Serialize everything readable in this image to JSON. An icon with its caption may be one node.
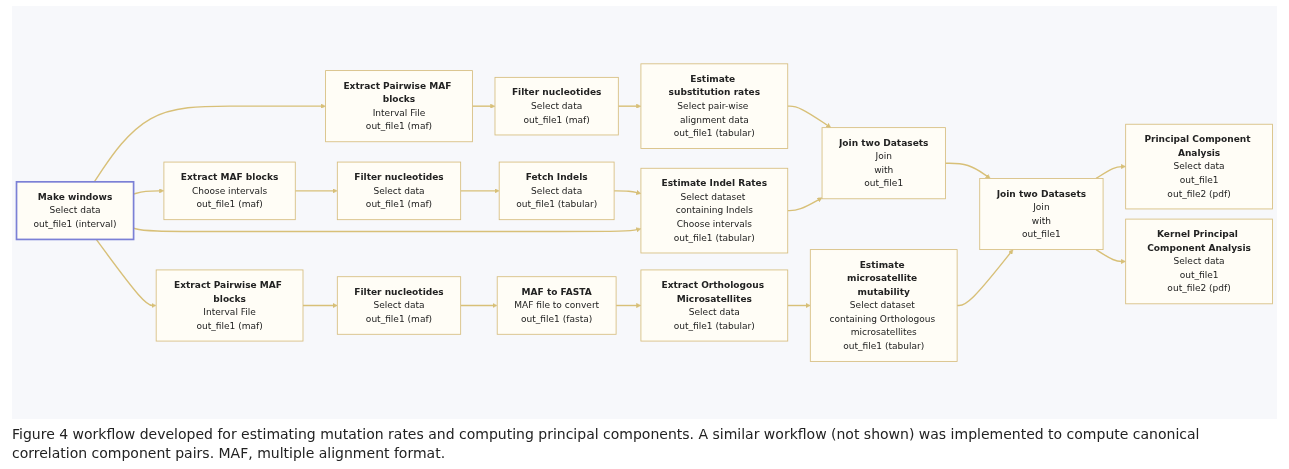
{
  "diagram": {
    "caption": "Figure 4 workflow developed for estimating mutation rates and computing principal components. A similar workflow (not shown) was implemented to compute canonical correlation component pairs. MAF, multiple alignment format.",
    "nodes": [
      {
        "text": [
          "Make windows",
          "Select data",
          "out_file1 (interval)"
        ]
      },
      {
        "text": [
          "Extract Pairwise MAF blocks",
          "Interval File",
          "out_file1 (maf)"
        ]
      },
      {
        "text": [
          "Extract MAF blocks",
          "Choose intervals",
          "out_file1 (maf)"
        ]
      },
      {
        "text": [
          "Extract Pairwise MAF blocks",
          "Interval File",
          "out_file1 (maf)"
        ]
      },
      {
        "text": [
          "Filter nucleotides",
          "Select data",
          "out_file1 (maf)"
        ]
      },
      {
        "text": [
          "Filter nucleotides",
          "Select data",
          "out_file1 (maf)"
        ]
      },
      {
        "text": [
          "Filter nucleotides",
          "Select data",
          "out_file1 (maf)"
        ]
      },
      {
        "text": [
          "Estimate substitution rates",
          "Select pair-wise alignment data",
          "out_file1 (tabular)"
        ]
      },
      {
        "text": [
          "Join two Datasets",
          "Join",
          "with",
          "out_file1"
        ]
      },
      {
        "text": [
          "Fetch Indels",
          "Select data",
          "out_file1 (tabular)"
        ]
      },
      {
        "text": [
          "Estimate Indel Rates",
          "Select dataset containing Indels",
          "Choose intervals",
          "out_file1 (tabular)"
        ]
      },
      {
        "text": [
          "Join two Datasets",
          "Join",
          "with",
          "out_file1"
        ]
      },
      {
        "text": [
          "Extract Orthologous Microsatellites",
          "Select data",
          "out_file1 (tabular)"
        ]
      },
      {
        "text": [
          "MAF to FASTA",
          "MAF file to convert",
          "out_file1 (fasta)"
        ]
      },
      {
        "text": [
          "Estimate microsatellite mutability",
          "Select dataset containing Orthologous microsatellites",
          "out_file1 (tabular)"
        ]
      },
      {
        "text": [
          "Principal Component Analysis",
          "Select data",
          "out_file1",
          "out_file2 (pdf)"
        ]
      },
      {
        "text": [
          "Kernel Principal Component Analysis",
          "Select data",
          "out_file1",
          "out_file2 (pdf)"
        ]
      }
    ],
    "edges": [
      {
        "from": 0,
        "to": 1,
        "arrow": "to"
      },
      {
        "from": 0,
        "to": 2,
        "arrow": "to"
      },
      {
        "from": 0,
        "to": 3,
        "arrow": "to"
      },
      {
        "from": 1,
        "to": 4,
        "arrow": "to"
      },
      {
        "from": 2,
        "to": 5,
        "arrow": "to"
      },
      {
        "from": 3,
        "to": 6,
        "arrow": "to"
      },
      {
        "from": 4,
        "to": 7,
        "arrow": "to"
      },
      {
        "from": 7,
        "to": 8,
        "arrow": "to"
      },
      {
        "from": 5,
        "to": 9,
        "arrow": "to"
      },
      {
        "from": 9,
        "to": 10,
        "arrow": "to"
      },
      {
        "from": 0,
        "to": 10,
        "arrow": "to"
      },
      {
        "from": 10,
        "to": 8,
        "arrow": "to"
      },
      {
        "from": 8,
        "to": 11,
        "arrow": "to"
      },
      {
        "from": 14,
        "to": 11,
        "arrow": "to"
      },
      {
        "from": 11,
        "to": 15,
        "arrow": "to"
      },
      {
        "from": 11,
        "to": 16,
        "arrow": "to"
      },
      {
        "from": 6,
        "to": 13,
        "arrow": "to"
      },
      {
        "from": 13,
        "to": 12,
        "arrow": "to"
      },
      {
        "from": 12,
        "to": 14,
        "arrow": "to"
      }
    ]
  }
}
